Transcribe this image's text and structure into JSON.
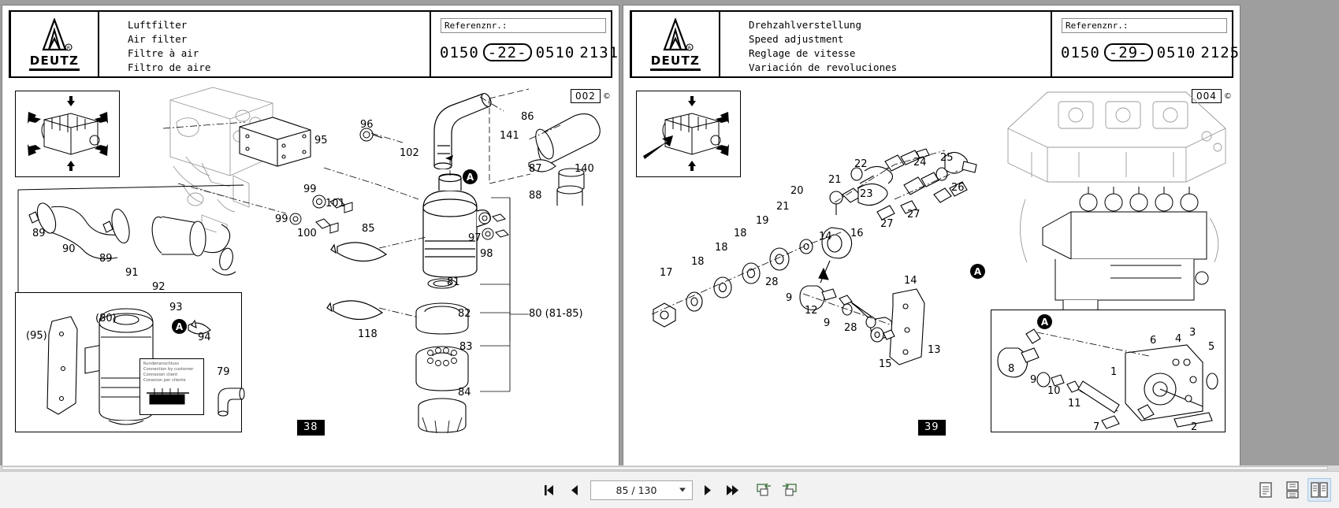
{
  "app": {
    "view_mode": "two-page"
  },
  "toolbar": {
    "first_page_label": "First page",
    "prev_page_label": "Previous page",
    "next_page_label": "Next page",
    "last_page_label": "Last page",
    "page_indicator": "85 / 130",
    "current_page": 85,
    "total_pages": 130,
    "rotate_left_label": "Rotate left",
    "rotate_right_label": "Rotate right",
    "view_single_label": "Single page view",
    "view_continuous_label": "Continuous view",
    "view_two_page_label": "Two page view"
  },
  "left_page": {
    "brand": "DEUTZ",
    "titles": [
      "Luftfilter",
      "Air filter",
      "Filtre à air",
      "Filtro de aire"
    ],
    "reference_label": "Referenznr.:",
    "reference_value": "",
    "part_number": {
      "prefix": "0150",
      "group": "22",
      "mid": "0510",
      "suffix": "2131",
      "full": "0150 -22- 0510 2131"
    },
    "section_badge": "002",
    "copyright_mark": "©",
    "page_badge": "38",
    "legend": [
      "Kundenanschluss",
      "Connection by customer",
      "Connexion client",
      "Conexion per cliente"
    ],
    "detail_marker": "A",
    "callouts": [
      "89",
      "90",
      "89",
      "91",
      "92",
      "93",
      "94",
      "(95)",
      "(80)",
      "79",
      "95",
      "96",
      "99",
      "99",
      "100",
      "101",
      "102",
      "85",
      "118",
      "86",
      "141",
      "87",
      "140",
      "88",
      "97",
      "98",
      "81",
      "82",
      "83",
      "84",
      "80 (81-85)"
    ],
    "group_label": "80 (81-85)"
  },
  "right_page": {
    "brand": "DEUTZ",
    "titles": [
      "Drehzahlverstellung",
      "Speed adjustment",
      "Reglage de vitesse",
      "Variación de revoluciones"
    ],
    "reference_label": "Referenznr.:",
    "reference_value": "",
    "part_number": {
      "prefix": "0150",
      "group": "29",
      "mid": "0510",
      "suffix": "2125",
      "full": "0150 -29- 0510 2125"
    },
    "section_badge": "004",
    "copyright_mark": "©",
    "page_badge": "39",
    "detail_marker": "A",
    "callouts": [
      "17",
      "18",
      "18",
      "18",
      "19",
      "21",
      "20",
      "21",
      "22",
      "23",
      "24",
      "25",
      "26",
      "27",
      "27",
      "16",
      "14",
      "14",
      "28",
      "9",
      "12",
      "9",
      "28",
      "15",
      "13",
      "8",
      "9",
      "10",
      "11",
      "7",
      "1",
      "2",
      "3",
      "4",
      "5",
      "6"
    ]
  }
}
